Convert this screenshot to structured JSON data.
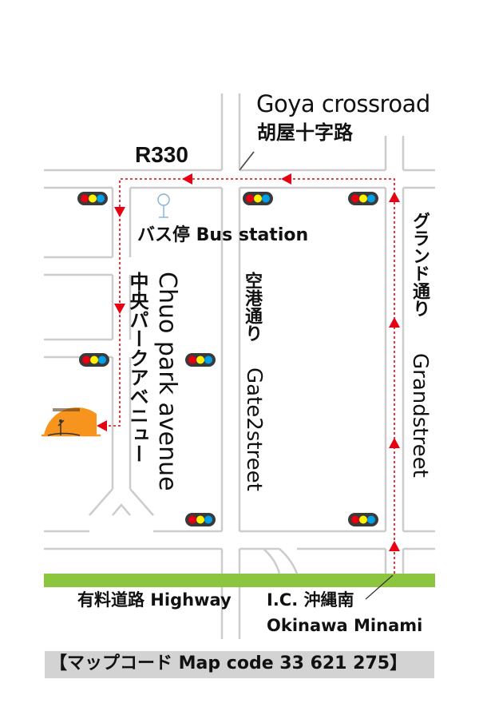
{
  "labels": {
    "goya_en": "Goya crossroad",
    "goya_jp": "胡屋十字路",
    "r330": "R330",
    "bus_station": "バス停 Bus station",
    "chuo_en": "Chuo park avenue",
    "chuo_jp": "中央パークアベニュー",
    "gate_jp": "空港通り",
    "gate_en": "Gate2street",
    "grand_jp": "グランド通り",
    "grand_en": "Grandstreet",
    "highway": "有料道路 Highway",
    "ic": "I.C. 沖縄南",
    "okinawa_minami": "Okinawa Minami",
    "map_code": "【マップコード Map code  33 621 275】"
  },
  "colors": {
    "road_outline": "#cccccc",
    "highway": "#8cc63f",
    "route": "#e60012",
    "destination_sun": "#f7941d",
    "traffic_red": "#e60012",
    "traffic_yellow": "#fff100",
    "traffic_blue": "#00a0e9",
    "bus_stop_icon": "#7fb2d9"
  },
  "icons": [
    "traffic-light-icon",
    "bus-stop-icon",
    "destination-logo-icon",
    "route-arrow-icon"
  ]
}
